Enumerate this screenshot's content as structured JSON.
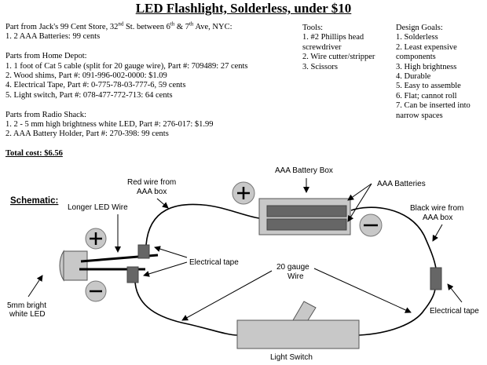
{
  "title": "LED Flashlight, Solderless, under $10",
  "parts": {
    "jacks": {
      "heading_pre": "Part from Jack's 99 Cent Store, 32",
      "heading_sup1": "nd",
      "heading_mid": " St. between 6",
      "heading_sup2": "th",
      "heading_mid2": " & 7",
      "heading_sup3": "th",
      "heading_post": " Ave, NYC:",
      "items": [
        "1.  2 AAA Batteries: 99 cents"
      ]
    },
    "home_depot": {
      "heading": "Parts from Home Depot:",
      "items": [
        "1.  1 foot of Cat 5 cable (split for 20 gauge wire), Part #: 709489: 27 cents",
        "2.  Wood shims, Part #: 091-996-002-0000: $1.09",
        "4.  Electrical Tape, Part #: 0-775-78-03-777-6, 59 cents",
        "5.  Light switch, Part #: 078-477-772-713: 64 cents"
      ]
    },
    "radio_shack": {
      "heading": "Parts from Radio Shack:",
      "items": [
        "1.  2 - 5 mm high brightness white LED, Part #: 276-017: $1.99",
        "2.  AAA Battery Holder, Part #: 270-398: 99 cents"
      ]
    },
    "total": "Total cost:  $6.56"
  },
  "tools": {
    "heading": "Tools:",
    "lines": [
      "1.  #2 Phillips head",
      "screwdriver",
      "2.  Wire cutter/stripper",
      "3.  Scissors"
    ]
  },
  "design_goals": {
    "heading": "Design Goals:",
    "lines": [
      "1.  Solderless",
      "2.  Least expensive",
      "components",
      "3.  High brightness",
      "4.  Durable",
      "5.  Easy to assemble",
      "6.  Flat; cannot roll",
      "7.  Can be inserted into",
      "narrow spaces"
    ]
  },
  "schematic": {
    "heading": "Schematic:",
    "labels": {
      "battery_box": "AAA Battery Box",
      "batteries": "AAA Batteries",
      "red_wire_1": "Red wire from",
      "red_wire_2": "AAA box",
      "black_wire_1": "Black wire from",
      "black_wire_2": "AAA box",
      "longer_led": "Longer LED Wire",
      "electrical_tape_1": "Electrical tape",
      "electrical_tape_2": "Electrical tape",
      "gauge_1": "20 gauge",
      "gauge_2": "Wire",
      "led_1": "5mm bright",
      "led_2": "white LED",
      "switch": "Light Switch"
    },
    "colors": {
      "component_fill": "#c8c8c8",
      "tape_fill": "#666666",
      "battery_fill": "#666666",
      "wire": "#000000"
    }
  }
}
